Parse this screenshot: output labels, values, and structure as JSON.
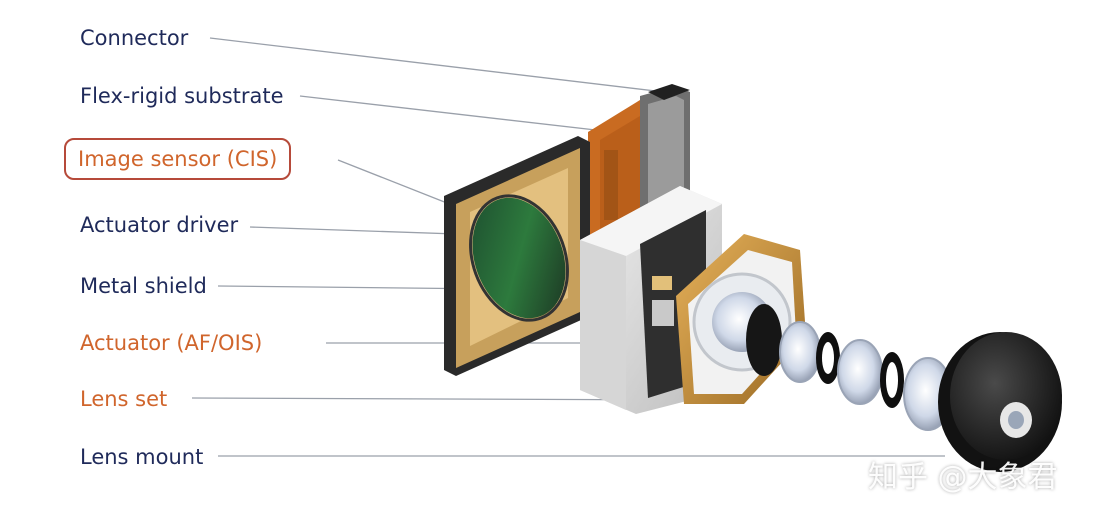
{
  "labels": [
    {
      "id": "connector",
      "text": "Connector"
    },
    {
      "id": "flex",
      "text": "Flex-rigid substrate"
    },
    {
      "id": "cis",
      "text": "Image sensor (CIS)"
    },
    {
      "id": "driver",
      "text": "Actuator driver"
    },
    {
      "id": "shield",
      "text": "Metal shield"
    },
    {
      "id": "actuator",
      "text": "Actuator (AF/OIS)"
    },
    {
      "id": "lensset",
      "text": "Lens set"
    },
    {
      "id": "mount",
      "text": "Lens mount"
    }
  ],
  "watermark": "知乎 @大象君",
  "colors": {
    "label": "#1f2a5a",
    "accent": "#d0652c",
    "highlight_border": "#b64a3a",
    "leader_line": "#9aa0aa"
  }
}
